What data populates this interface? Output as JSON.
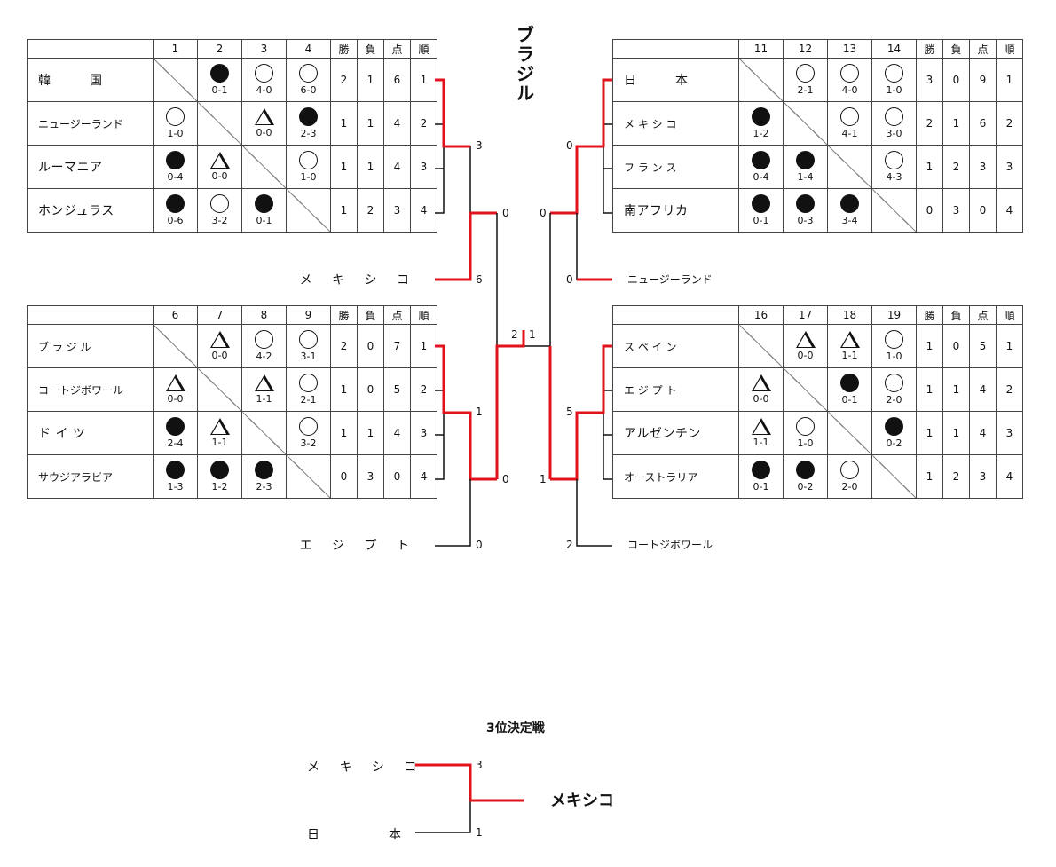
{
  "champion": "ブラジル",
  "colors": {
    "winner_line": "#e0121b",
    "line": "#111111"
  },
  "tables": [
    {
      "headers": [
        "",
        "1",
        "2",
        "3",
        "4",
        "勝",
        "負",
        "点",
        "順"
      ],
      "rows": [
        {
          "team": "韓　　　国",
          "cells": [
            null,
            {
              "mark": "loss",
              "score": "0-1"
            },
            {
              "mark": "win",
              "score": "4-0"
            },
            {
              "mark": "win",
              "score": "6-0"
            }
          ],
          "w": "2",
          "l": "1",
          "pts": "6",
          "rank": "1"
        },
        {
          "team": "ニュージーランド",
          "cells": [
            {
              "mark": "win",
              "score": "1-0"
            },
            null,
            {
              "mark": "draw",
              "score": "0-0"
            },
            {
              "mark": "loss",
              "score": "2-3"
            }
          ],
          "w": "1",
          "l": "1",
          "pts": "4",
          "rank": "2"
        },
        {
          "team": "ルーマニア",
          "cells": [
            {
              "mark": "loss",
              "score": "0-4"
            },
            {
              "mark": "draw",
              "score": "0-0"
            },
            null,
            {
              "mark": "win",
              "score": "1-0"
            }
          ],
          "w": "1",
          "l": "1",
          "pts": "4",
          "rank": "3"
        },
        {
          "team": "ホンジュラス",
          "cells": [
            {
              "mark": "loss",
              "score": "0-6"
            },
            {
              "mark": "win",
              "score": "3-2"
            },
            {
              "mark": "loss",
              "score": "0-1"
            },
            null
          ],
          "w": "1",
          "l": "2",
          "pts": "3",
          "rank": "4"
        }
      ]
    },
    {
      "headers": [
        "",
        "11",
        "12",
        "13",
        "14",
        "勝",
        "負",
        "点",
        "順"
      ],
      "rows": [
        {
          "team": "日　　　本",
          "cells": [
            null,
            {
              "mark": "win",
              "score": "2-1"
            },
            {
              "mark": "win",
              "score": "4-0"
            },
            {
              "mark": "win",
              "score": "1-0"
            }
          ],
          "w": "3",
          "l": "0",
          "pts": "9",
          "rank": "1"
        },
        {
          "team": "メ キ シ コ",
          "cells": [
            {
              "mark": "loss",
              "score": "1-2"
            },
            null,
            {
              "mark": "win",
              "score": "4-1"
            },
            {
              "mark": "win",
              "score": "3-0"
            }
          ],
          "w": "2",
          "l": "1",
          "pts": "6",
          "rank": "2"
        },
        {
          "team": "フ ラ ン ス",
          "cells": [
            {
              "mark": "loss",
              "score": "0-4"
            },
            {
              "mark": "loss",
              "score": "1-4"
            },
            null,
            {
              "mark": "win",
              "score": "4-3"
            }
          ],
          "w": "1",
          "l": "2",
          "pts": "3",
          "rank": "3"
        },
        {
          "team": "南アフリカ",
          "cells": [
            {
              "mark": "loss",
              "score": "0-1"
            },
            {
              "mark": "loss",
              "score": "0-3"
            },
            {
              "mark": "loss",
              "score": "3-4"
            },
            null
          ],
          "w": "0",
          "l": "3",
          "pts": "0",
          "rank": "4"
        }
      ]
    },
    {
      "headers": [
        "",
        "6",
        "7",
        "8",
        "9",
        "勝",
        "負",
        "点",
        "順"
      ],
      "rows": [
        {
          "team": "ブ ラ ジ ル",
          "cells": [
            null,
            {
              "mark": "draw",
              "score": "0-0"
            },
            {
              "mark": "win",
              "score": "4-2"
            },
            {
              "mark": "win",
              "score": "3-1"
            }
          ],
          "w": "2",
          "l": "0",
          "pts": "7",
          "rank": "1"
        },
        {
          "team": "コートジボワール",
          "cells": [
            {
              "mark": "draw",
              "score": "0-0"
            },
            null,
            {
              "mark": "draw",
              "score": "1-1"
            },
            {
              "mark": "win",
              "score": "2-1"
            }
          ],
          "w": "1",
          "l": "0",
          "pts": "5",
          "rank": "2"
        },
        {
          "team": "ド イ ツ",
          "cells": [
            {
              "mark": "loss",
              "score": "2-4"
            },
            {
              "mark": "draw",
              "score": "1-1"
            },
            null,
            {
              "mark": "win",
              "score": "3-2"
            }
          ],
          "w": "1",
          "l": "1",
          "pts": "4",
          "rank": "3"
        },
        {
          "team": "サウジアラビア",
          "cells": [
            {
              "mark": "loss",
              "score": "1-3"
            },
            {
              "mark": "loss",
              "score": "1-2"
            },
            {
              "mark": "loss",
              "score": "2-3"
            },
            null
          ],
          "w": "0",
          "l": "3",
          "pts": "0",
          "rank": "4"
        }
      ]
    },
    {
      "headers": [
        "",
        "16",
        "17",
        "18",
        "19",
        "勝",
        "負",
        "点",
        "順"
      ],
      "rows": [
        {
          "team": "ス ペ イ ン",
          "cells": [
            null,
            {
              "mark": "draw",
              "score": "0-0"
            },
            {
              "mark": "draw",
              "score": "1-1"
            },
            {
              "mark": "win",
              "score": "1-0"
            }
          ],
          "w": "1",
          "l": "0",
          "pts": "5",
          "rank": "1"
        },
        {
          "team": "エ ジ プ ト",
          "cells": [
            {
              "mark": "draw",
              "score": "0-0"
            },
            null,
            {
              "mark": "loss",
              "score": "0-1"
            },
            {
              "mark": "win",
              "score": "2-0"
            }
          ],
          "w": "1",
          "l": "1",
          "pts": "4",
          "rank": "2"
        },
        {
          "team": "アルゼンチン",
          "cells": [
            {
              "mark": "draw",
              "score": "1-1"
            },
            {
              "mark": "win",
              "score": "1-0"
            },
            null,
            {
              "mark": "loss",
              "score": "0-2"
            }
          ],
          "w": "1",
          "l": "1",
          "pts": "4",
          "rank": "3"
        },
        {
          "team": "オーストラリア",
          "cells": [
            {
              "mark": "loss",
              "score": "0-1"
            },
            {
              "mark": "loss",
              "score": "0-2"
            },
            {
              "mark": "win",
              "score": "2-0"
            },
            null
          ],
          "w": "1",
          "l": "2",
          "pts": "3",
          "rank": "4"
        }
      ]
    }
  ],
  "bracket": {
    "wildcards": [
      {
        "team": "メ キ シ コ",
        "score": "6"
      },
      {
        "team": "ニュージーランド",
        "score": "0"
      },
      {
        "team": "エ ジ プ ト",
        "score": "0"
      },
      {
        "team": "コートジボワール",
        "score": "2"
      }
    ],
    "scores": {
      "l_top_r1": "3",
      "l_top_r2": "0",
      "r_top_r1": "0",
      "r_top_r2": "0",
      "l_bot_r1": "1",
      "l_bot_r2": "0",
      "r_bot_r1": "5",
      "r_bot_r2": "1",
      "final_left": "2",
      "final_right": "1"
    }
  },
  "third_place": {
    "title": "3位決定戦",
    "team1": "メ キ シ コ",
    "score1": "3",
    "team2": "日　　　本",
    "score2": "1",
    "winner": "メキシコ"
  }
}
